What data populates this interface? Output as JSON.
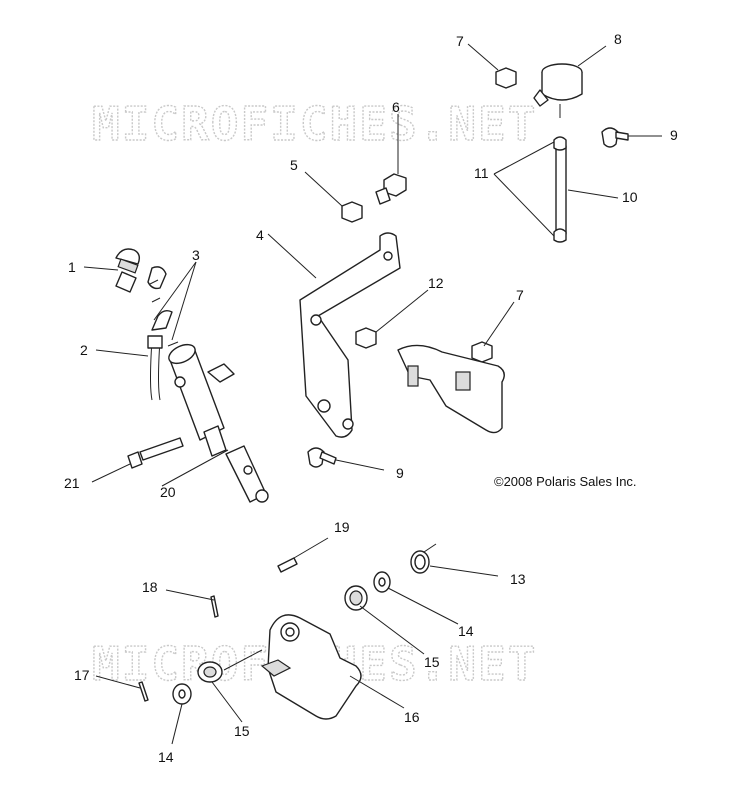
{
  "watermark": "MICROFICHES.NET",
  "copyright": "©2008 Polaris Sales Inc.",
  "callouts": [
    "1",
    "2",
    "3",
    "4",
    "5",
    "6",
    "7",
    "7",
    "8",
    "9",
    "9",
    "10",
    "11",
    "12",
    "13",
    "14",
    "14",
    "15",
    "15",
    "16",
    "17",
    "18",
    "19",
    "20",
    "21"
  ]
}
